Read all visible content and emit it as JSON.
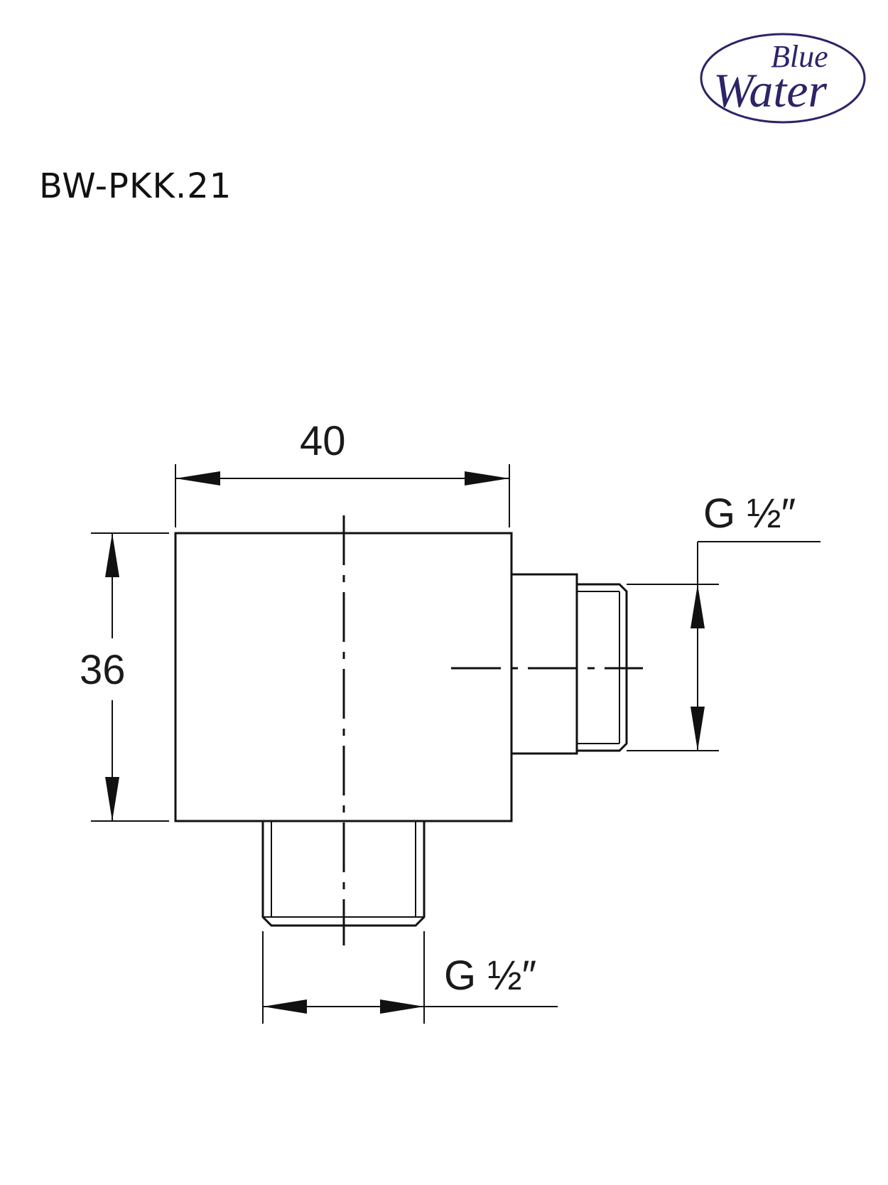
{
  "logo": {
    "line1": "Blue",
    "line2": "Water",
    "color": "#2c2468"
  },
  "model": {
    "code": "BW-PKK.21"
  },
  "dimensions": {
    "width": "40",
    "height": "36",
    "thread_side": "G ½″",
    "thread_bottom": "G ½″"
  }
}
